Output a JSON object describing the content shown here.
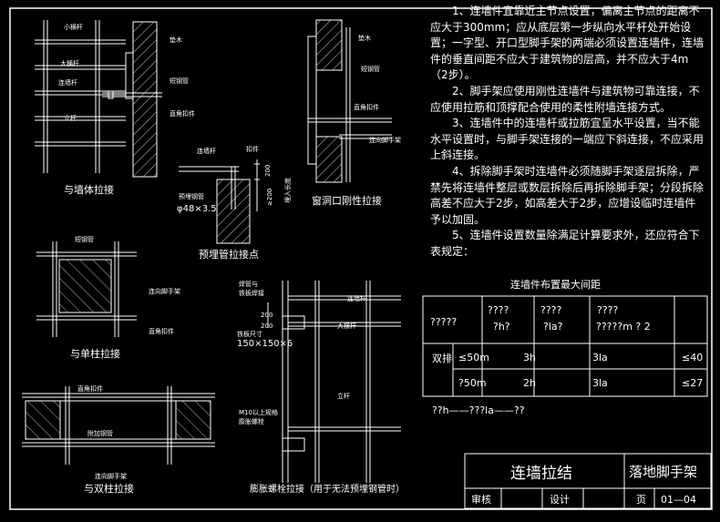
{
  "drawings": {
    "wall_tie": {
      "caption": "与墙体拉接",
      "labels": {
        "small_bar": "小横杆",
        "large_bar": "大横杆",
        "tie_bar_1": "连墙杆",
        "pole": "立杆",
        "pad_wood": "垫木",
        "short_pipe": "短钢管",
        "right_angle_coupler": "直角扣件"
      }
    },
    "window_tie": {
      "caption": "窗洞口刚性拉接",
      "labels": {
        "pad_wood": "垫木",
        "short_pipe": "短钢管",
        "right_angle_coupler": "直角扣件",
        "to_scaffold": "连向脚手架"
      }
    },
    "embed_pipe": {
      "caption": "预埋管拉接点",
      "labels": {
        "tie_bar": "连墙杆",
        "coupler": "扣件",
        "embedded_pipe": "预埋钢管",
        "pipe_spec": "φ48×3.5",
        "dim_200_a": "200",
        "dim_200_b": "≥200",
        "embed_note": "埋入长度"
      }
    },
    "single_column": {
      "caption": "与单柱拉接",
      "labels": {
        "short_pipe": "短钢管",
        "to_scaffold": "连向脚手架",
        "right_angle_coupler": "直角扣件"
      }
    },
    "double_column": {
      "caption": "与双柱拉接",
      "labels": {
        "right_angle_coupler": "直角扣件",
        "extra_pipe": "附加钢管",
        "to_scaffold": "连向脚手架"
      }
    },
    "bolt_tie": {
      "caption": "膨胀螺栓拉接（用于无法预埋钢管时）",
      "labels": {
        "weld_note_1": "焊管与",
        "weld_note_2": "铁板焊接",
        "dim_200_a": "200",
        "dim_200_b": "200",
        "plate_note_1": "铁板尺寸",
        "plate_note_2": "150×150×6",
        "bolt_note_1": "M10以上规格",
        "bolt_note_2": "膨胀螺栓",
        "tie_bar": "连墙杆",
        "large_bar": "大横杆",
        "pole": "立杆"
      }
    }
  },
  "notes": [
    "1、连墙件宜靠近主节点设置，偏离主节点的距离不应大于300mm；应从底层第一步纵向水平杆处开始设置；一字型、开口型脚手架的两端必须设置连墙件，连墙件的垂直间距不应大于建筑物的层高，并不应大于4m（2步）。",
    "2、脚手架应使用刚性连墙件与建筑物可靠连接，不应使用拉筋和顶撑配合使用的柔性附墙连接方式。",
    "3、连墙件中的连墙杆或拉筋宜呈水平设置，当不能水平设置时，与脚手架连接的一端应下斜连接，不应采用上斜连接。",
    "4、拆除脚手架时连墙件必须随脚手架逐层拆除，严禁先将连墙件整层或数层拆除后再拆除脚手架；分段拆除高差不应大于2步，如高差大于2步，应增设临时连墙件予以加固。",
    "5、连墙件设置数量除满足计算要求外，还应符合下表规定："
  ],
  "table": {
    "title": "连墙件布置最大间距",
    "header": {
      "col1": "?????",
      "col2_a": "????",
      "col2_b": "?h?",
      "col3_a": "????",
      "col3_b": "?la?",
      "col4_a": "????",
      "col4_b": "?????m  ? 2"
    },
    "group_label": "双排",
    "rows": [
      {
        "height": "≤50m",
        "vert": "3h",
        "horiz": "3la",
        "area": "≤40"
      },
      {
        "height": "?50m",
        "vert": "2h",
        "horiz": "3la",
        "area": "≤27"
      }
    ],
    "footnote": "??h——???la——??"
  },
  "title_block": {
    "title": "连墙拉结",
    "category": "落地脚手架",
    "review_label": "审核",
    "design_label": "设计",
    "page_label": "页",
    "page_number": "01—04"
  }
}
